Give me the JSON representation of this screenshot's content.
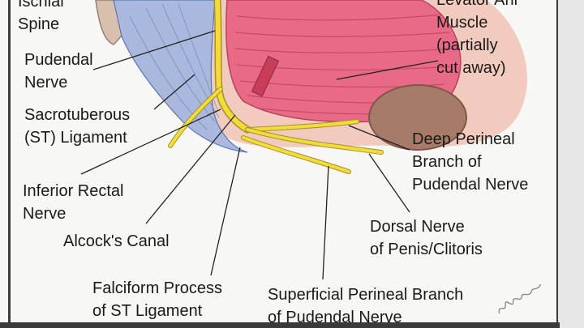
{
  "labels": {
    "ischial_spine": "Ischial\nSpine",
    "levator_ani": "Levator Ani\nMuscle\n(partially\ncut away)",
    "pudendal_nerve": "Pudendal\nNerve",
    "sacrotuberous": "Sacrotuberous\n(ST) Ligament",
    "deep_perineal": "Deep Perineal\nBranch of\nPudendal Nerve",
    "inferior_rectal": "Inferior Rectal\nNerve",
    "alcocks_canal": "Alcock's Canal",
    "dorsal_nerve": "Dorsal Nerve\nof Penis/Clitoris",
    "falciform": "Falciform Process\nof ST Ligament",
    "superficial_perineal": "Superficial Perineal Branch\nof Pudendal Nerve"
  },
  "signature_text": "Bissell",
  "colors": {
    "nerve": "#f2dc3a",
    "nerve_outline": "#a8902a",
    "muscle": "#e86a86",
    "muscle_stripe": "#b8425e",
    "ligament": "#a9b8dc",
    "ligament_dark": "#5f74b3",
    "skin": "#f1cbbd",
    "anal_opening": "#a87b68"
  }
}
